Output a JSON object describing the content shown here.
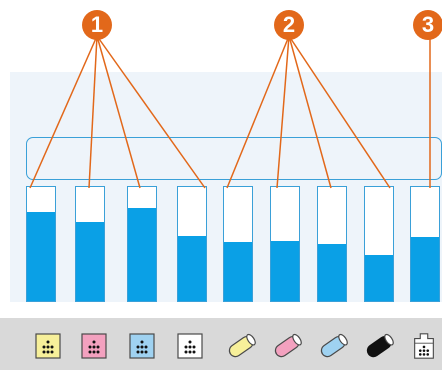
{
  "callouts": [
    {
      "label": "1"
    },
    {
      "label": "2"
    },
    {
      "label": "3"
    }
  ],
  "ink_levels": [
    {
      "level": 0.78,
      "group": 1
    },
    {
      "level": 0.69,
      "group": 1
    },
    {
      "level": 0.82,
      "group": 1
    },
    {
      "level": 0.57,
      "group": 1
    },
    {
      "level": 0.52,
      "group": 2
    },
    {
      "level": 0.53,
      "group": 2
    },
    {
      "level": 0.5,
      "group": 2
    },
    {
      "level": 0.4,
      "group": 2
    },
    {
      "level": 0.56,
      "group": 3
    }
  ],
  "icons": [
    {
      "name": "yellow-cartridge-icon",
      "color": "#f7f09a"
    },
    {
      "name": "magenta-cartridge-icon",
      "color": "#f3a1bf"
    },
    {
      "name": "cyan-cartridge-icon",
      "color": "#9fd2f1"
    },
    {
      "name": "black-cartridge-icon",
      "color": "#ffffff"
    },
    {
      "name": "yellow-drum-icon",
      "color": "#f7f09a"
    },
    {
      "name": "magenta-drum-icon",
      "color": "#f3a1bf"
    },
    {
      "name": "cyan-drum-icon",
      "color": "#9fd2f1"
    },
    {
      "name": "black-drum-icon",
      "color": "#111111"
    },
    {
      "name": "waste-toner-icon",
      "color": "#ffffff"
    }
  ],
  "colors": {
    "accent": "#e2681a",
    "gauge_fill": "#0aa0e6",
    "gauge_border": "#3aa0d8"
  }
}
